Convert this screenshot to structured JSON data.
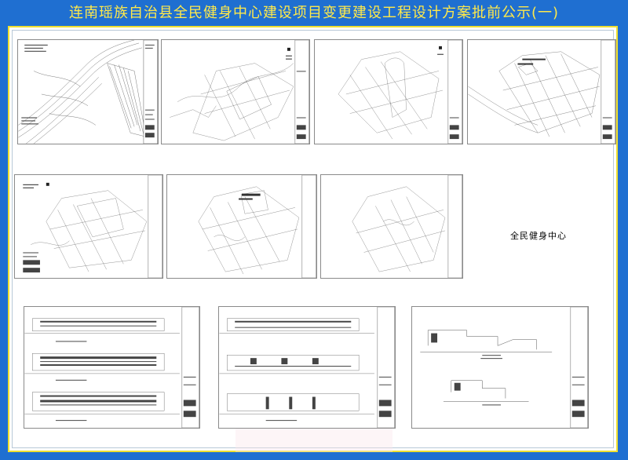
{
  "page": {
    "title": "连南瑶族自治县全民健身中心建设项目变更建设工程设计方案批前公示(一)",
    "drawing_label": "全民健身中心"
  },
  "colors": {
    "background": "#1f6fd1",
    "title_text": "#ffe94a",
    "panel_border": "#f0e030",
    "panel": "#ffffff"
  },
  "sheets": [
    {
      "name": "site-survey-plan",
      "kind": "site-aerial"
    },
    {
      "name": "general-site-plan-1",
      "kind": "site"
    },
    {
      "name": "general-site-plan-2",
      "kind": "site"
    },
    {
      "name": "general-site-plan-3",
      "kind": "site-dense"
    },
    {
      "name": "general-site-plan-4",
      "kind": "site"
    },
    {
      "name": "general-site-plan-5",
      "kind": "site"
    },
    {
      "name": "general-site-plan-6",
      "kind": "site"
    },
    {
      "name": "elevation-sheet-1",
      "kind": "elevation"
    },
    {
      "name": "elevation-sheet-2",
      "kind": "elevation"
    },
    {
      "name": "section-sheet",
      "kind": "section"
    }
  ]
}
